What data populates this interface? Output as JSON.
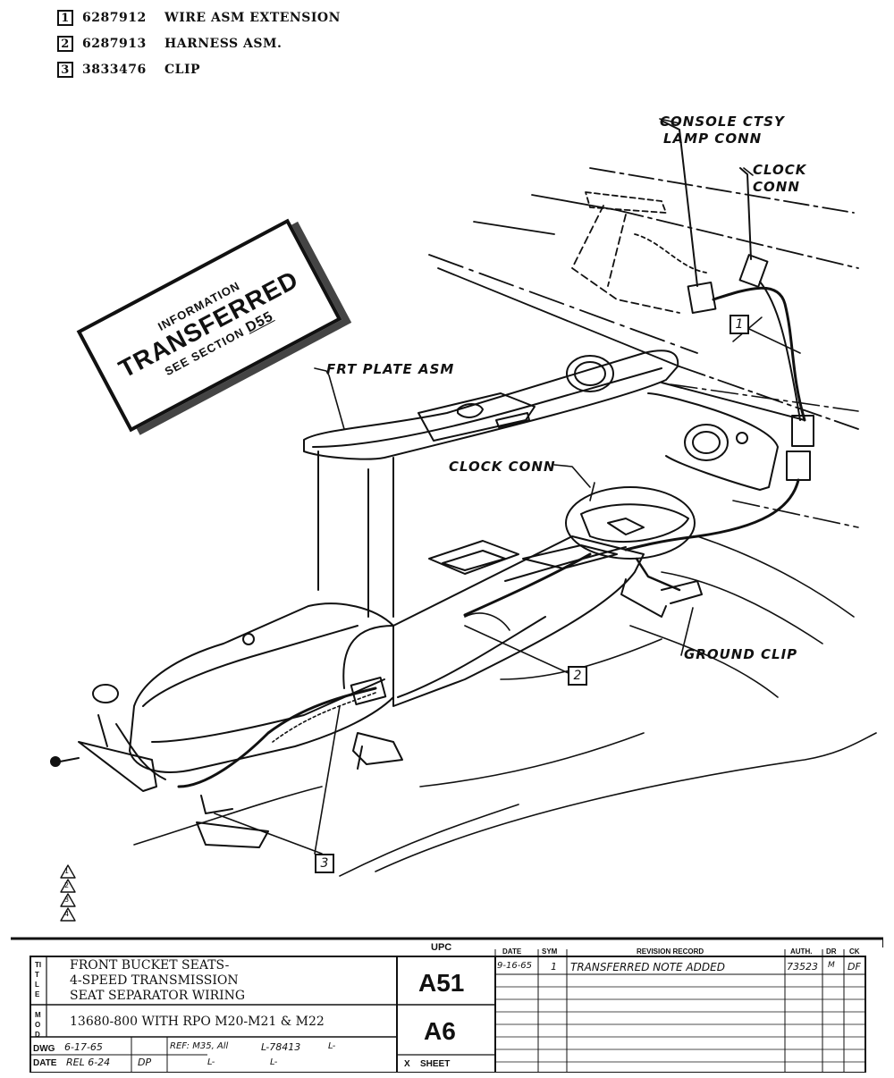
{
  "parts_list": [
    {
      "num": "1",
      "part_no": "6287912",
      "desc": "WIRE ASM EXTENSION"
    },
    {
      "num": "2",
      "part_no": "6287913",
      "desc": "HARNESS ASM."
    },
    {
      "num": "3",
      "part_no": "3833476",
      "desc": "CLIP"
    }
  ],
  "labels": {
    "console_ctsy": "CONSOLE CTSY",
    "lamp_conn": "LAMP CONN",
    "clock_conn_top_1": "CLOCK",
    "clock_conn_top_2": "CONN",
    "frt_plate": "FRT PLATE ASM",
    "clock_conn": "CLOCK CONN",
    "ground_clip": "GROUND CLIP"
  },
  "callouts": {
    "c1": "1",
    "c2": "2",
    "c3": "3"
  },
  "stamp": {
    "line1": "INFORMATION",
    "line2": "TRANSFERRED",
    "line3": "SEE SECTION",
    "section": "D55"
  },
  "revision_triangles": [
    "1",
    "2",
    "3",
    "4"
  ],
  "title_block": {
    "side_title": "TITLE",
    "side_mod": "MOD",
    "title_line1": "FRONT BUCKET SEATS-",
    "title_line2": "4-SPEED TRANSMISSION",
    "title_line3": "SEAT SEPARATOR WIRING",
    "model": "13680-800 WITH RPO M20-M21 & M22",
    "dwg_label": "DWG",
    "date_label": "DATE",
    "dwg_date": "6-17-65",
    "rel_date": "REL 6-24",
    "drawn_by": "DP",
    "ref": "REF: M35, All",
    "ref_num": "L-78413",
    "l1": "L-",
    "l2": "L-",
    "l3": "L-",
    "upc_label": "UPC",
    "upc_code1": "A51",
    "upc_code2": "A6",
    "sheet_label": "SHEET",
    "sheet_check": "X",
    "rev_headers": {
      "date": "DATE",
      "sym": "SYM",
      "record": "REVISION RECORD",
      "auth": "AUTH.",
      "dr": "DR",
      "ck": "CK"
    },
    "revisions": [
      {
        "date": "9-16-65",
        "sym": "1",
        "record": "TRANSFERRED NOTE ADDED",
        "auth": "73523",
        "dr": "M",
        "ck": "DF"
      }
    ]
  }
}
